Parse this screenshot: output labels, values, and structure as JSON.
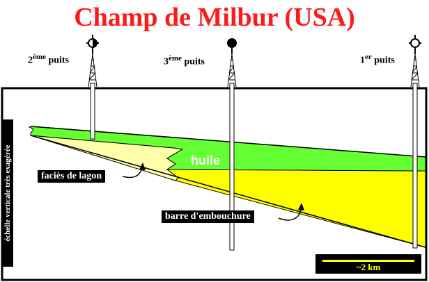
{
  "title": "Champ de Milbur (USA)",
  "wells": [
    {
      "id": "well-2",
      "prefix": "2",
      "sup": "ème",
      "suffix": " puits",
      "symbol": "half-filled-circle-icon"
    },
    {
      "id": "well-3",
      "prefix": "3",
      "sup": "ème",
      "suffix": " puits",
      "symbol": "filled-circle-icon"
    },
    {
      "id": "well-1",
      "prefix": "1",
      "sup": "er",
      "suffix": " puits",
      "symbol": "open-circle-icon"
    }
  ],
  "labels": {
    "huile": "huile",
    "lagon": "faciès de lagon",
    "barre": "barre d'embouchure",
    "vertical": "échelle verticale très exagérée",
    "scale": "~2 km"
  },
  "colors": {
    "title": "#ff1a1a",
    "oil": "#66ff33",
    "lagoon": "#ffffaa",
    "bar": "#ffff00",
    "frame": "#000000"
  }
}
